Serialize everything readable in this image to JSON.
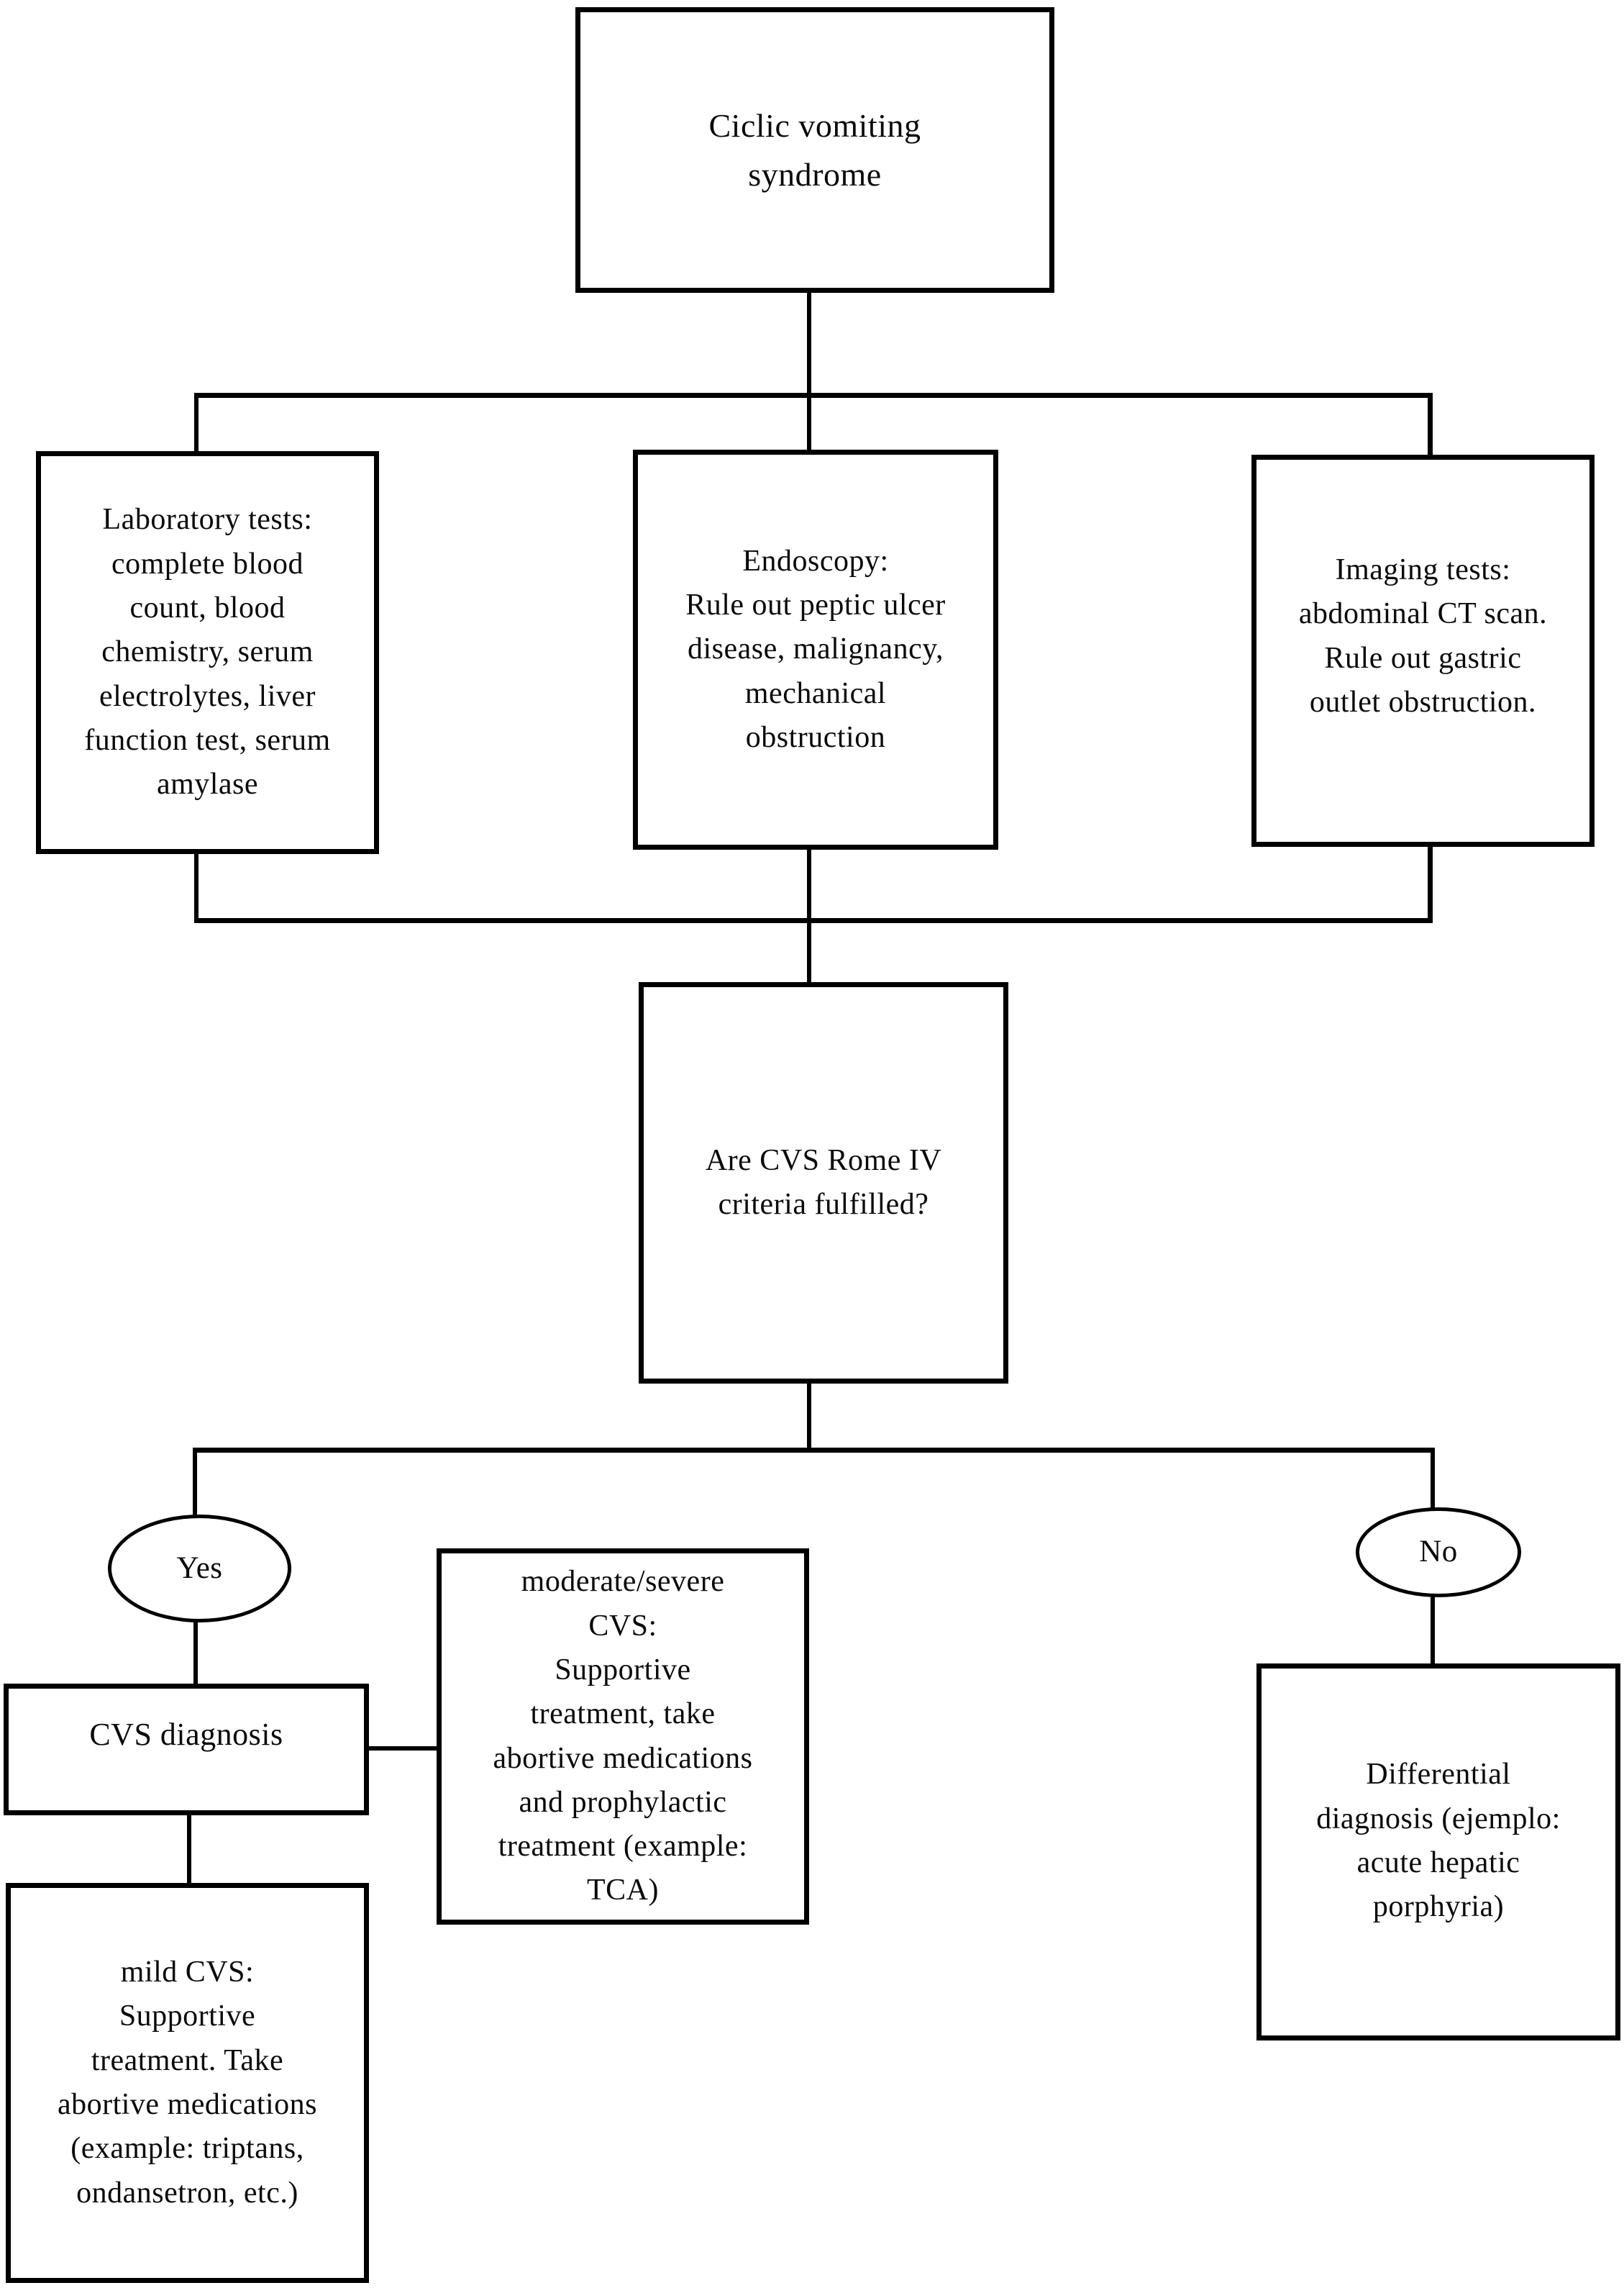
{
  "diagram": {
    "type": "flowchart",
    "title": "Ciclic vomiting syndrome diagnostic algorithm",
    "nodes": {
      "root": {
        "shape": "rect",
        "text": "Ciclic vomiting\nsyndrome"
      },
      "lab_tests": {
        "shape": "rect",
        "text": "Laboratory tests:\ncomplete blood\ncount, blood\nchemistry, serum\nelectrolytes, liver\nfunction test, serum\namylase"
      },
      "endoscopy": {
        "shape": "rect",
        "text": "Endoscopy:\nRule out peptic ulcer\ndisease, malignancy,\nmechanical\nobstruction"
      },
      "imaging_tests": {
        "shape": "rect",
        "text": "Imaging tests:\nabdominal CT scan.\nRule out gastric\noutlet obstruction."
      },
      "rome_question": {
        "shape": "rect",
        "text": "Are CVS Rome IV\ncriteria fulfilled?"
      },
      "yes": {
        "shape": "ellipse",
        "text": "Yes"
      },
      "no": {
        "shape": "ellipse",
        "text": "No"
      },
      "cvs_diagnosis": {
        "shape": "rect",
        "text": "CVS diagnosis"
      },
      "moderate_severe_cvs": {
        "shape": "rect",
        "text": "moderate/severe\nCVS:\nSupportive\ntreatment, take\nabortive medications\nand prophylactic\ntreatment (example:\nTCA)"
      },
      "mild_cvs": {
        "shape": "rect",
        "text": "mild CVS:\nSupportive\ntreatment. Take\nabortive medications\n(example: triptans,\nondansetron, etc.)"
      },
      "differential_diagnosis": {
        "shape": "rect",
        "text": "Differential\ndiagnosis (ejemplo:\nacute hepatic\nporphyria)"
      }
    },
    "edges": [
      {
        "from": "root",
        "to": "lab_tests"
      },
      {
        "from": "root",
        "to": "endoscopy"
      },
      {
        "from": "root",
        "to": "imaging_tests"
      },
      {
        "from": "lab_tests",
        "to": "rome_question"
      },
      {
        "from": "endoscopy",
        "to": "rome_question"
      },
      {
        "from": "imaging_tests",
        "to": "rome_question"
      },
      {
        "from": "rome_question",
        "to": "yes"
      },
      {
        "from": "rome_question",
        "to": "no"
      },
      {
        "from": "yes",
        "to": "cvs_diagnosis"
      },
      {
        "from": "no",
        "to": "differential_diagnosis"
      },
      {
        "from": "cvs_diagnosis",
        "to": "moderate_severe_cvs"
      },
      {
        "from": "cvs_diagnosis",
        "to": "mild_cvs"
      }
    ],
    "colors": {
      "background": "#ffffff",
      "box_fill": "#ffffff",
      "box_border": "#000000",
      "line": "#000000",
      "text": "#0a0a0a"
    }
  }
}
